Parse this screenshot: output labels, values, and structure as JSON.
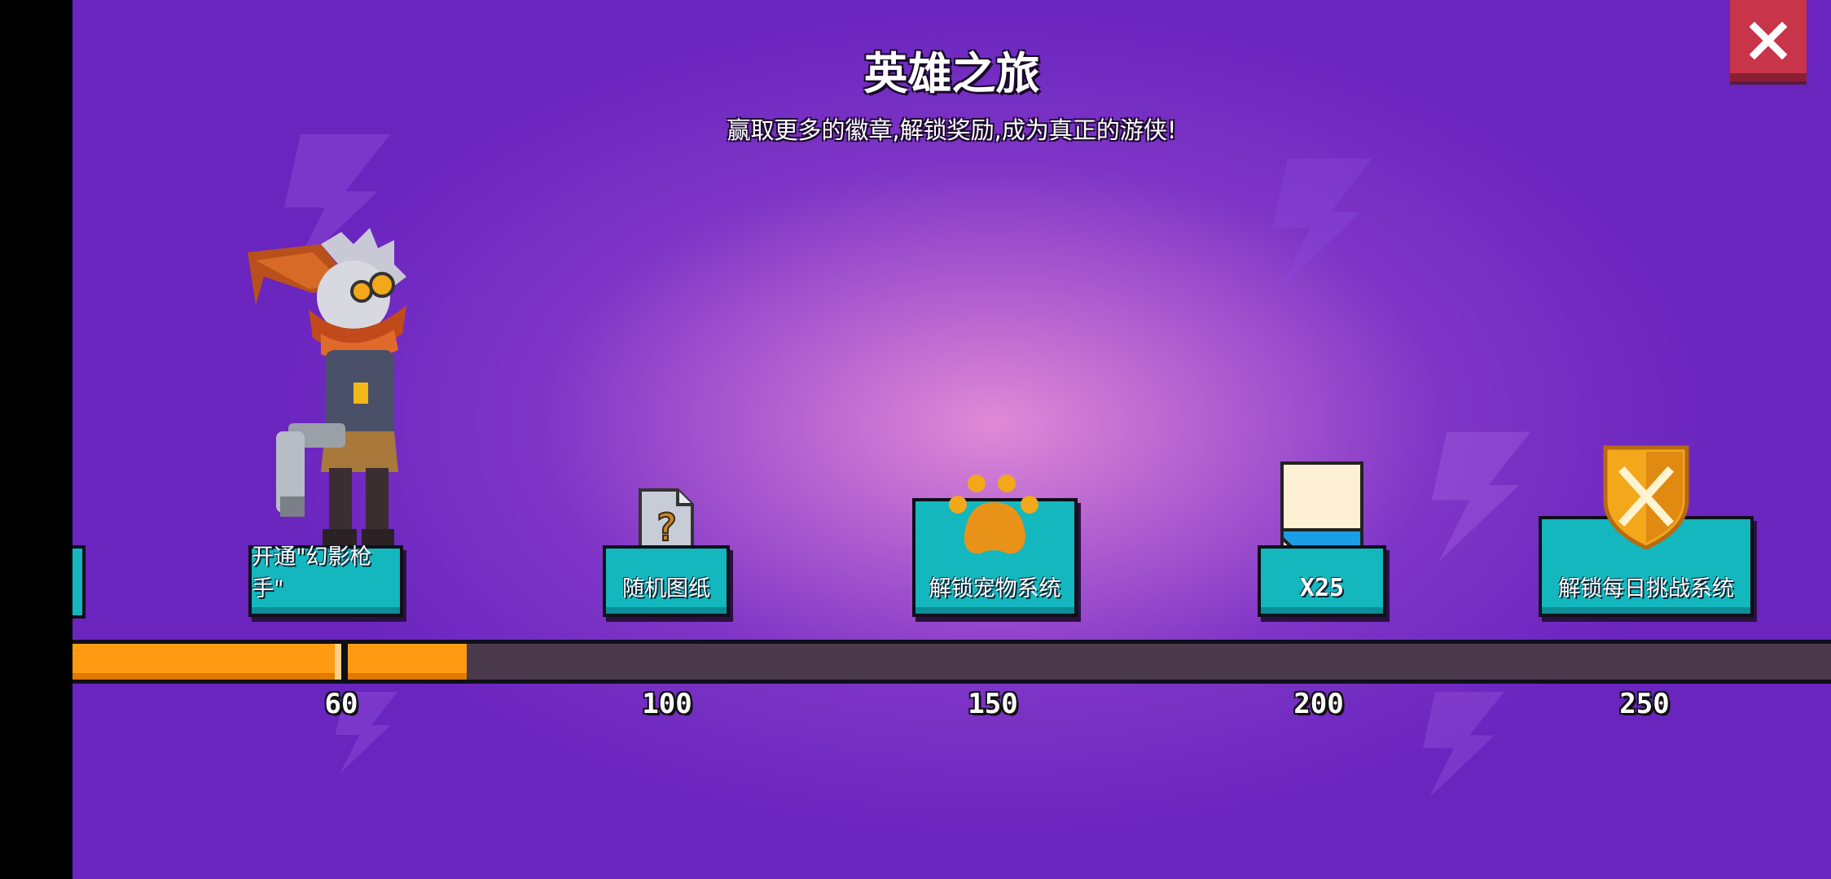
{
  "header": {
    "title": "英雄之旅",
    "subtitle": "赢取更多的徽章,解锁奖励,成为真正的游侠!"
  },
  "close_button": {
    "icon": "close-icon"
  },
  "rewards": [
    {
      "label": "开通\"幻影枪手\"",
      "icon": "hero-gunslinger-icon",
      "milestone": "60"
    },
    {
      "label": "随机图纸",
      "icon": "blueprint-question-icon",
      "milestone": "100"
    },
    {
      "label": "解锁宠物系统",
      "icon": "paw-icon",
      "milestone": "150"
    },
    {
      "label": "X25",
      "icon": "gem-card-icon",
      "milestone": "200"
    },
    {
      "label": "解锁每日挑战系统",
      "icon": "crossed-swords-shield-icon",
      "milestone": "250"
    }
  ],
  "progress": {
    "fraction": 0.224
  },
  "colors": {
    "accent_progress": "#ff9a12",
    "plate": "#14b7be",
    "close": "#c8344a"
  }
}
